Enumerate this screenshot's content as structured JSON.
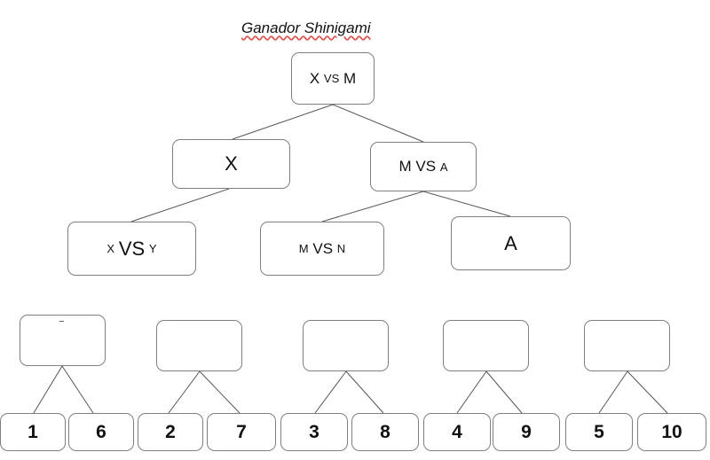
{
  "title": "Ganador Shinigami",
  "tree": {
    "root": {
      "a": "X",
      "vs": "VS",
      "b": "M"
    },
    "left": {
      "label": "X"
    },
    "right": {
      "a": "M",
      "vs": "VS",
      "b": "A"
    },
    "match_xy": {
      "a": "X",
      "vs": "VS",
      "b": "Y"
    },
    "match_mn": {
      "a": "M",
      "vs": "VS",
      "b": "N"
    },
    "seed_a": {
      "label": "A"
    }
  },
  "groups": [
    {
      "left": "1",
      "right": "6"
    },
    {
      "left": "2",
      "right": "7"
    },
    {
      "left": "3",
      "right": "8"
    },
    {
      "left": "4",
      "right": "9"
    },
    {
      "left": "5",
      "right": "10"
    }
  ]
}
